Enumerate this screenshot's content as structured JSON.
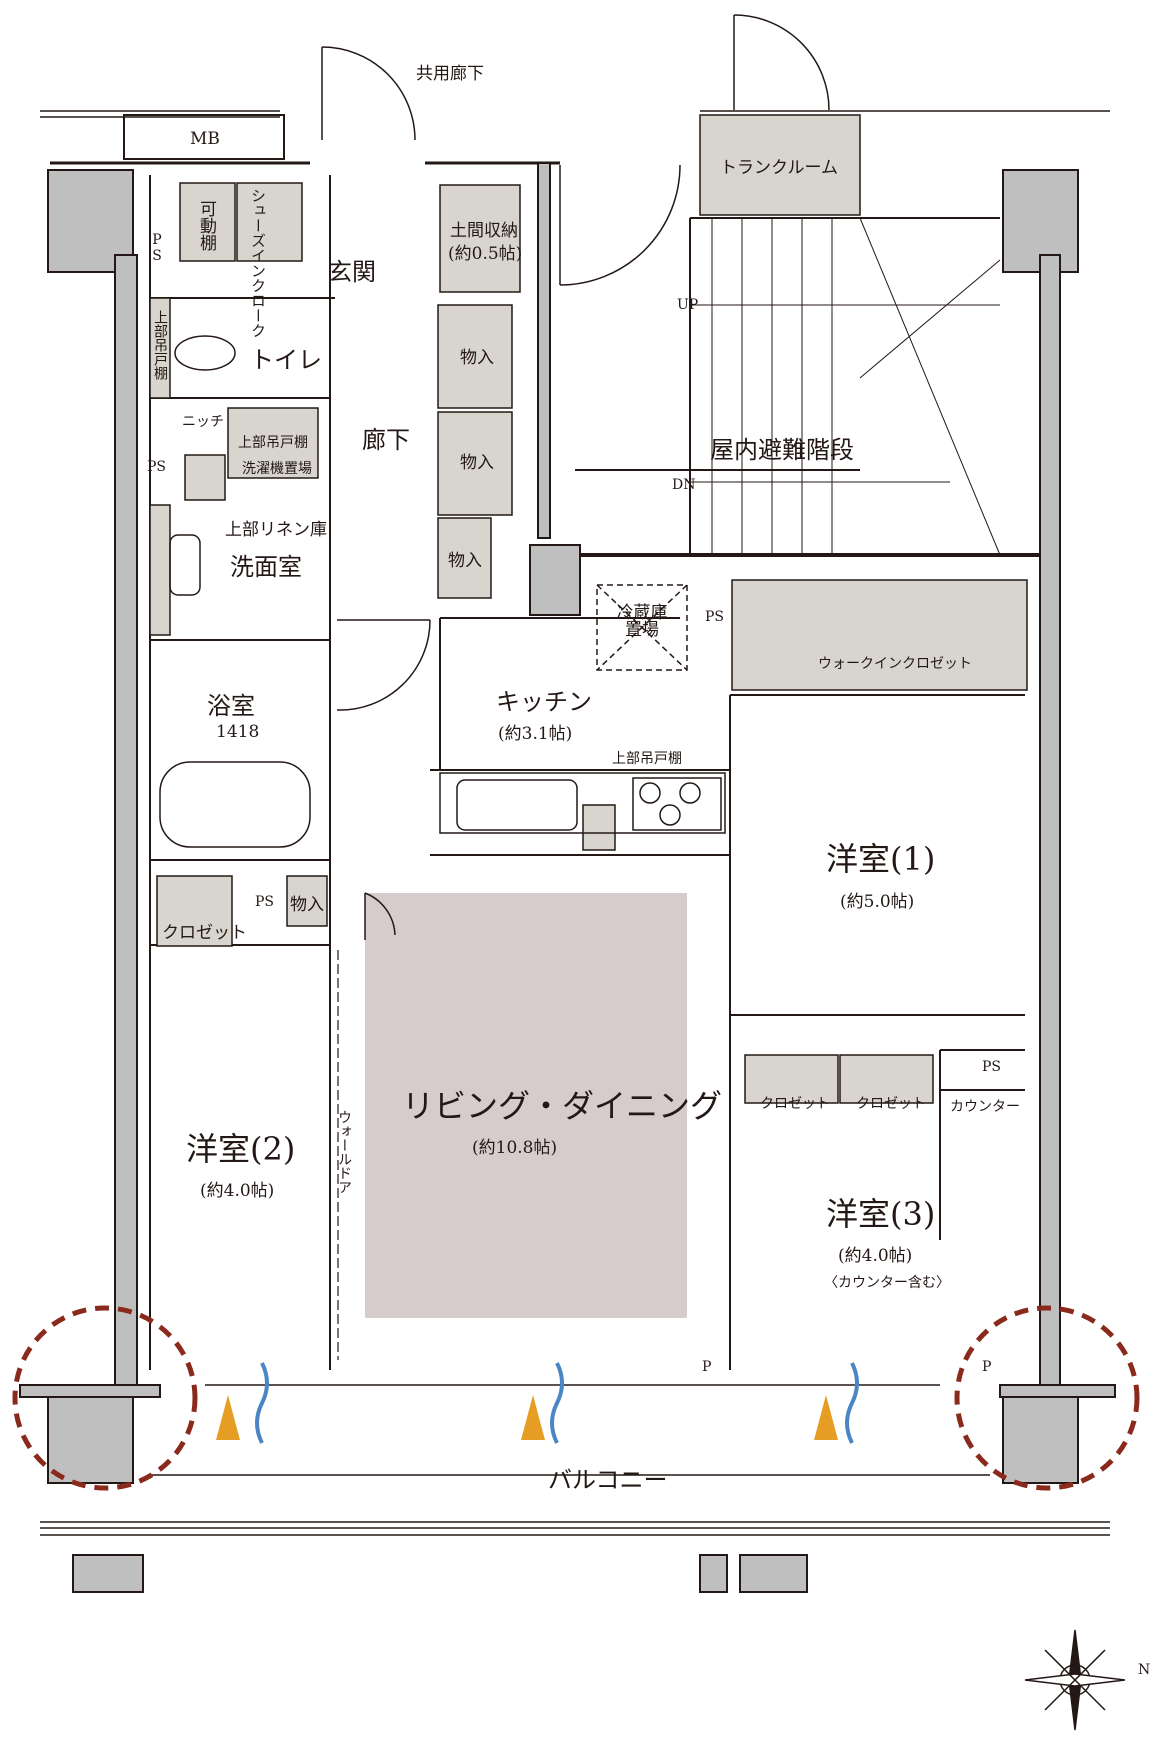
{
  "common_corridor": "共用廊下",
  "rooms": {
    "mb": "MB",
    "ps_labels": [
      "PS",
      "PS",
      "PS",
      "PS",
      "PS"
    ],
    "movable_shelf": "可動棚",
    "shoes_in_cloak": "シューズインクローク",
    "entrance": "玄関",
    "earthen_storage": "土間収納",
    "earthen_storage_size": "(約0.5帖)",
    "toilet": "トイレ",
    "upper_hanging_shelf_v": "上部吊戸棚",
    "niche": "ニッチ",
    "upper_hanging_shelf": "上部吊戸棚",
    "washing_machine": "洗濯機置場",
    "upper_linen": "上部リネン庫",
    "washroom": "洗面室",
    "hallway": "廊下",
    "storage_labels": [
      "物入",
      "物入",
      "物入",
      "物入"
    ],
    "bath": "浴室",
    "bath_size": "1418",
    "kitchen": "キッチン",
    "kitchen_size": "(約3.1帖)",
    "fridge": "冷蔵庫置場",
    "kitchen_upper_shelf": "上部吊戸棚",
    "walk_in_closet": "ウォークインクロゼット",
    "western1": "洋室(1)",
    "western1_size": "(約5.0帖)",
    "living": "リビング・ダイニング",
    "living_size": "(約10.8帖)",
    "wall_door": "ウォールドア",
    "western2": "洋室(2)",
    "western2_size": "(約4.0帖)",
    "closet_labels": [
      "クロゼット",
      "クロゼット",
      "クロゼット"
    ],
    "counter": "カウンター",
    "western3": "洋室(3)",
    "western3_size": "(約4.0帖)",
    "western3_note": "〈カウンター含む〉",
    "trunk_room": "トランクルーム",
    "stairs": "屋内避難階段",
    "up": "UP",
    "dn": "DN",
    "p_labels": [
      "P",
      "P"
    ],
    "balcony": "バルコニー"
  },
  "compass_letter": "N",
  "colors": {
    "wall": "#bfbfbf",
    "fixture": "#d7d5cd",
    "living_fill": "#d5cccb",
    "highlight_circle": "#8a2a1c",
    "wind_orange": "#e59d23",
    "wind_blue": "#4a86c5"
  }
}
